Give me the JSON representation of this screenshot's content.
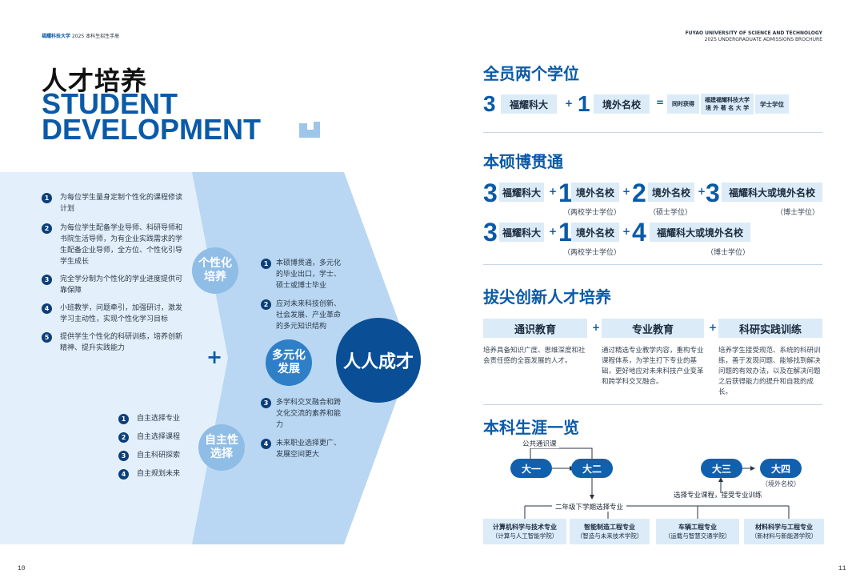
{
  "header": {
    "left_school": "福耀科技大学",
    "left_sub": "2025 本科生招生手册",
    "right_school": "FUYAO UNIVERSITY OF SCIENCE AND TECHNOLOGY",
    "right_sub": "2025 UNDERGRADUATE ADMISSIONS BROCHURE"
  },
  "left": {
    "title_zh": "人才培养",
    "title_en_1": "STUDENT",
    "title_en_2": "DEVELOPMENT",
    "personal_items": [
      {
        "n": "1",
        "text": "为每位学生量身定制个性化的课程修读计划"
      },
      {
        "n": "2",
        "text": "为每位学生配备学业导师、科研导师和书院生活导师，为有企业实践需求的学生配备企业导师，全方位、个性化引导学生成长"
      },
      {
        "n": "3",
        "text": "完全学分制为个性化的学业进度提供可靠保障"
      },
      {
        "n": "4",
        "text": "小班教学，问题牵引，加强研讨，激发学习主动性，实现个性化学习目标"
      },
      {
        "n": "5",
        "text": "提供学生个性化的科研训练，培养创新精神、提升实践能力"
      }
    ],
    "autonomy_items": [
      {
        "n": "1",
        "text": "自主选择专业"
      },
      {
        "n": "2",
        "text": "自主选择课程"
      },
      {
        "n": "3",
        "text": "自主科研探索"
      },
      {
        "n": "4",
        "text": "自主规划未来"
      }
    ],
    "plus": "+",
    "circle_personal": "个性化培养",
    "circle_autonomy": "自主性选择",
    "circle_diverse": "多元化发展",
    "circle_success": "人人成才",
    "diverse_items": [
      {
        "n": "1",
        "text": "本硕博贯通，多元化的毕业出口，学士、硕士或博士毕业"
      },
      {
        "n": "2",
        "text": "应对未来科技创新、社会发展、产业革命的多元知识结构"
      },
      {
        "n": "3",
        "text": "多学科交叉融合和跨文化交流的素养和能力"
      },
      {
        "n": "4",
        "text": "未来职业选择更广、发展空间更大"
      }
    ],
    "page_number": "10"
  },
  "right": {
    "sec1": {
      "title": "全员两个学位",
      "n1": "3",
      "c1": "福耀科大",
      "plus": "+",
      "n2": "1",
      "c2": "境外名校",
      "eq": "=",
      "c3": "同时获得",
      "c4a": "福建福耀科技大学",
      "c4b": "境 外 著 名 大 学",
      "c5": "学士学位"
    },
    "sec2": {
      "title": "本硕博贯通",
      "row1": [
        {
          "n": "3",
          "label": "福耀科大"
        },
        {
          "n": "1",
          "label": "境外名校",
          "cap": "（两校学士学位）"
        },
        {
          "n": "2",
          "label": "境外名校",
          "cap": "（硕士学位）"
        },
        {
          "n": "3",
          "label": "福耀科大或境外名校",
          "cap": "（博士学位）"
        }
      ],
      "row2": [
        {
          "n": "3",
          "label": "福耀科大"
        },
        {
          "n": "1",
          "label": "境外名校",
          "cap": "（两校学士学位）"
        },
        {
          "n": "4",
          "label": "福耀科大或境外名校",
          "cap": "（博士学位）"
        }
      ],
      "plus": "+"
    },
    "sec3": {
      "title": "拔尖创新人才培养",
      "boxes": [
        "通识教育",
        "专业教育",
        "科研实践训练"
      ],
      "plus": "+",
      "descs": [
        "培养具备知识广度、思维深度和社会责任感的全面发展的人才。",
        "通过精选专业教学内容，重构专业课程体系，为学生打下专业的基础，更好地应对未来科技产业变革和跨学科交叉融合。",
        "培养学生接受规范、系统的科研训练，善于发现问题、能够找到解决问题的有效办法，以及在解决问题之后获得能力的提升和自我的成长。"
      ]
    },
    "sec4": {
      "title": "本科生涯一览",
      "general": "公共通识课",
      "y1": "大一",
      "y2": "大二",
      "y3": "大三",
      "y4": "大四",
      "abroad": "（境外名校）",
      "choose_course": "选择专业课程，接受专业训练",
      "choose_major": "二年级下学期选择专业",
      "majors": [
        {
          "name": "计算机科学与技术专业",
          "school": "（计算与人工智能学院）"
        },
        {
          "name": "智能制造工程专业",
          "school": "（智造与未来技术学院）"
        },
        {
          "name": "车辆工程专业",
          "school": "（运载与智慧交通学院）"
        },
        {
          "name": "材料科学与工程专业",
          "school": "（新材料与新能源学院）"
        }
      ]
    },
    "page_number": "11"
  },
  "colors": {
    "brand": "#0a5aa8",
    "navy": "#0b3f7a",
    "light": "#dcebf8",
    "band_light": "#e3f0fb",
    "band_mid": "#b9d7f2"
  }
}
